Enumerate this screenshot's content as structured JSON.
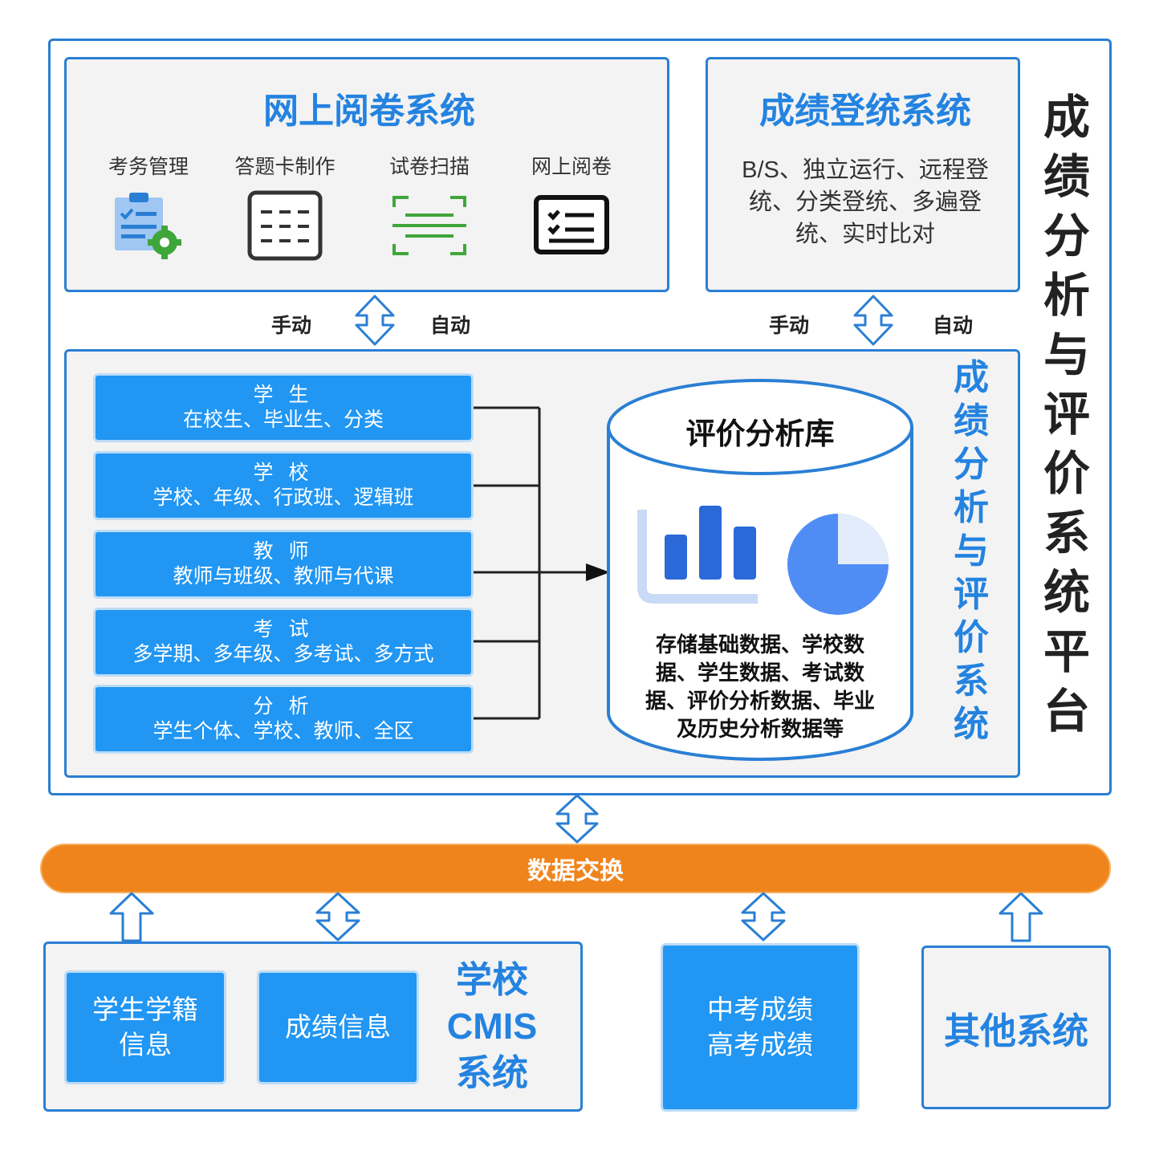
{
  "platform": {
    "title_chars": [
      "成",
      "绩",
      "分",
      "析",
      "与",
      "评",
      "价",
      "系",
      "统",
      "平",
      "台"
    ]
  },
  "marking": {
    "title": "网上阅卷系统",
    "tools": [
      {
        "label": "考务管理",
        "icon": "clipboard-gear-icon"
      },
      {
        "label": "答题卡制作",
        "icon": "answer-card-icon"
      },
      {
        "label": "试卷扫描",
        "icon": "scan-icon"
      },
      {
        "label": "网上阅卷",
        "icon": "online-marking-icon"
      }
    ]
  },
  "registration": {
    "title": "成绩登统系统",
    "desc_lines": [
      "B/S、独立运行、远程登",
      "统、分类登统、多遍登",
      "统、实时比对"
    ]
  },
  "flows": {
    "manual": "手动",
    "auto": "自动"
  },
  "analysis": {
    "title_chars": [
      "成",
      "绩",
      "分",
      "析",
      "与",
      "评",
      "价",
      "系",
      "统"
    ],
    "categories": [
      {
        "title": "学 生",
        "desc": "在校生、毕业生、分类"
      },
      {
        "title": "学 校",
        "desc": "学校、年级、行政班、逻辑班"
      },
      {
        "title": "教 师",
        "desc": "教师与班级、教师与代课"
      },
      {
        "title": "考 试",
        "desc": "多学期、多年级、多考试、多方式"
      },
      {
        "title": "分 析",
        "desc": "学生个体、学校、教师、全区"
      }
    ],
    "db": {
      "title": "评价分析库",
      "desc_lines": [
        "存储基础数据、学校数",
        "据、学生数据、考试数",
        "据、评价分析数据、毕业",
        "及历史分析数据等"
      ]
    }
  },
  "exchange": {
    "label": "数据交换",
    "color": "#f0841c"
  },
  "cmis": {
    "title_lines": [
      "学校",
      "CMIS",
      "系统"
    ],
    "items": [
      {
        "lines": [
          "学生学籍",
          "信息"
        ]
      },
      {
        "lines": [
          "成绩信息"
        ]
      }
    ]
  },
  "exam": {
    "lines": [
      "中考成绩",
      "高考成绩"
    ]
  },
  "other": {
    "label": "其他系统"
  },
  "colors": {
    "primary_blue": "#2196f3",
    "title_blue": "#2483e0",
    "border_blue": "#2a7fd4",
    "panel_gray": "#f3f3f3"
  }
}
